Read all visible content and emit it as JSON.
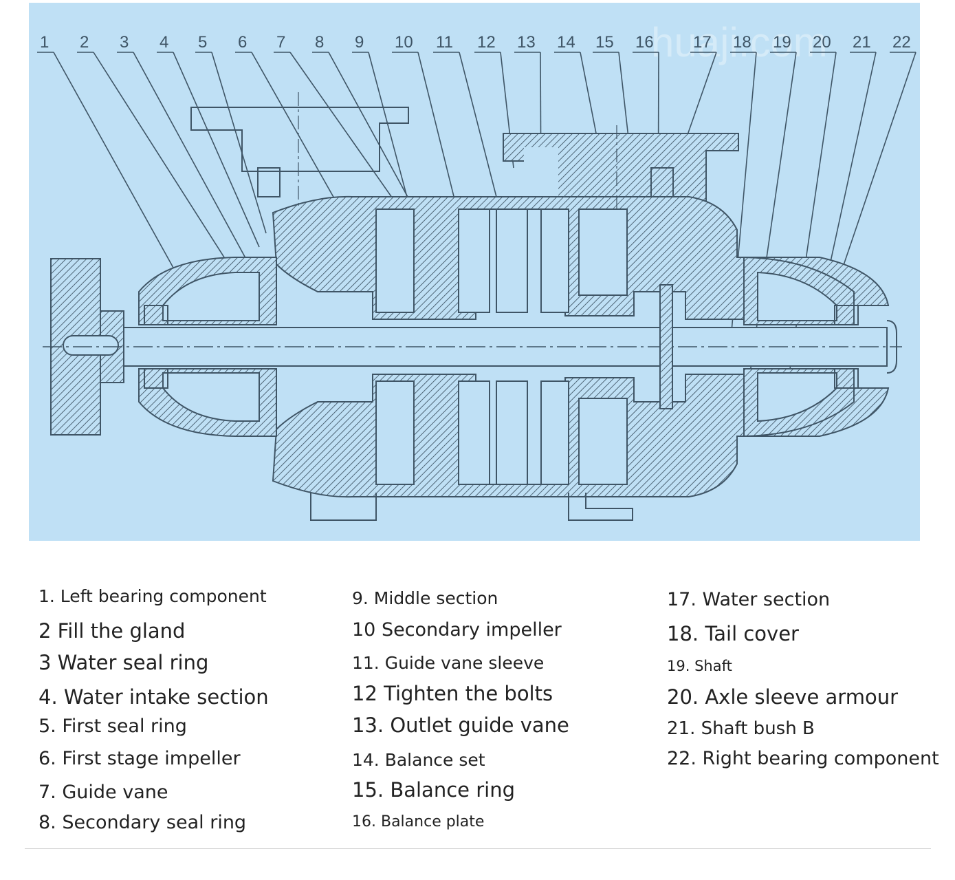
{
  "diagram": {
    "part_numbers": [
      "1",
      "2",
      "3",
      "4",
      "5",
      "6",
      "7",
      "8",
      "9",
      "10",
      "11",
      "12",
      "13",
      "14",
      "15",
      "16",
      "17",
      "18",
      "19",
      "20",
      "21",
      "22"
    ],
    "watermark": "huaji.com",
    "colors": {
      "background": "#bfe0f5",
      "line": "#3f5566",
      "hatch": "#4f6677"
    }
  },
  "legend": {
    "columns": [
      [
        "1. Left bearing component",
        "2 Fill the gland",
        "3 Water seal ring",
        "4. Water intake section",
        "5. First seal ring",
        "6. First stage impeller",
        "7. Guide vane",
        "8. Secondary seal ring"
      ],
      [
        "9. Middle section",
        "10 Secondary impeller",
        "11. Guide vane sleeve",
        "12 Tighten the bolts",
        "13. Outlet guide vane",
        "14. Balance set",
        "15. Balance ring",
        "16. Balance plate"
      ],
      [
        "17. Water section",
        "18. Tail cover",
        "19. Shaft",
        "20. Axle sleeve armour",
        "21. Shaft bush B",
        "22. Right bearing component"
      ]
    ]
  }
}
